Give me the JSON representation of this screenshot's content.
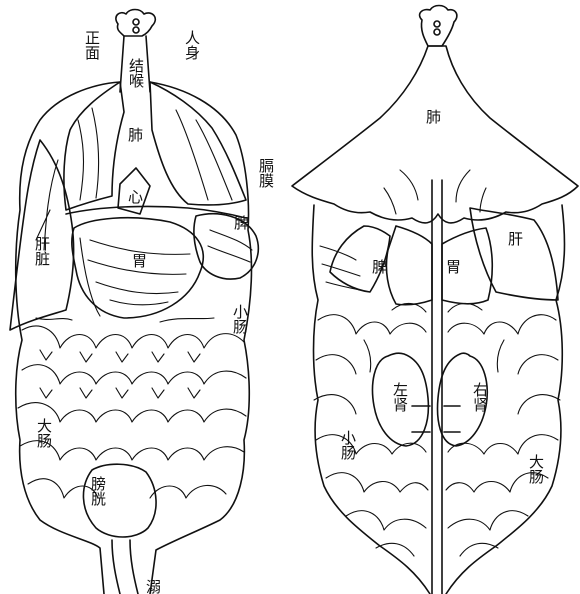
{
  "colors": {
    "ink": "#111111",
    "paper": "#ffffff"
  },
  "front": {
    "zheng_mian": "正面",
    "ren_shen": "人身",
    "jie_hou": "结喉",
    "fei": "肺",
    "xin": "心",
    "ge_mo": "膈膜",
    "pi": "脾",
    "wei": "胃",
    "gan_zang": "肝脏",
    "xiao_chang": "小肠",
    "da_chang": "大肠",
    "pang_guang": "膀胱",
    "niao": "溺"
  },
  "back": {
    "fei": "肺",
    "gan": "肝",
    "pi": "脾",
    "wei": "胃",
    "zuo_shen": "左肾",
    "you_shen": "右肾",
    "xiao_chang": "小肠",
    "da_chang": "大肠"
  }
}
